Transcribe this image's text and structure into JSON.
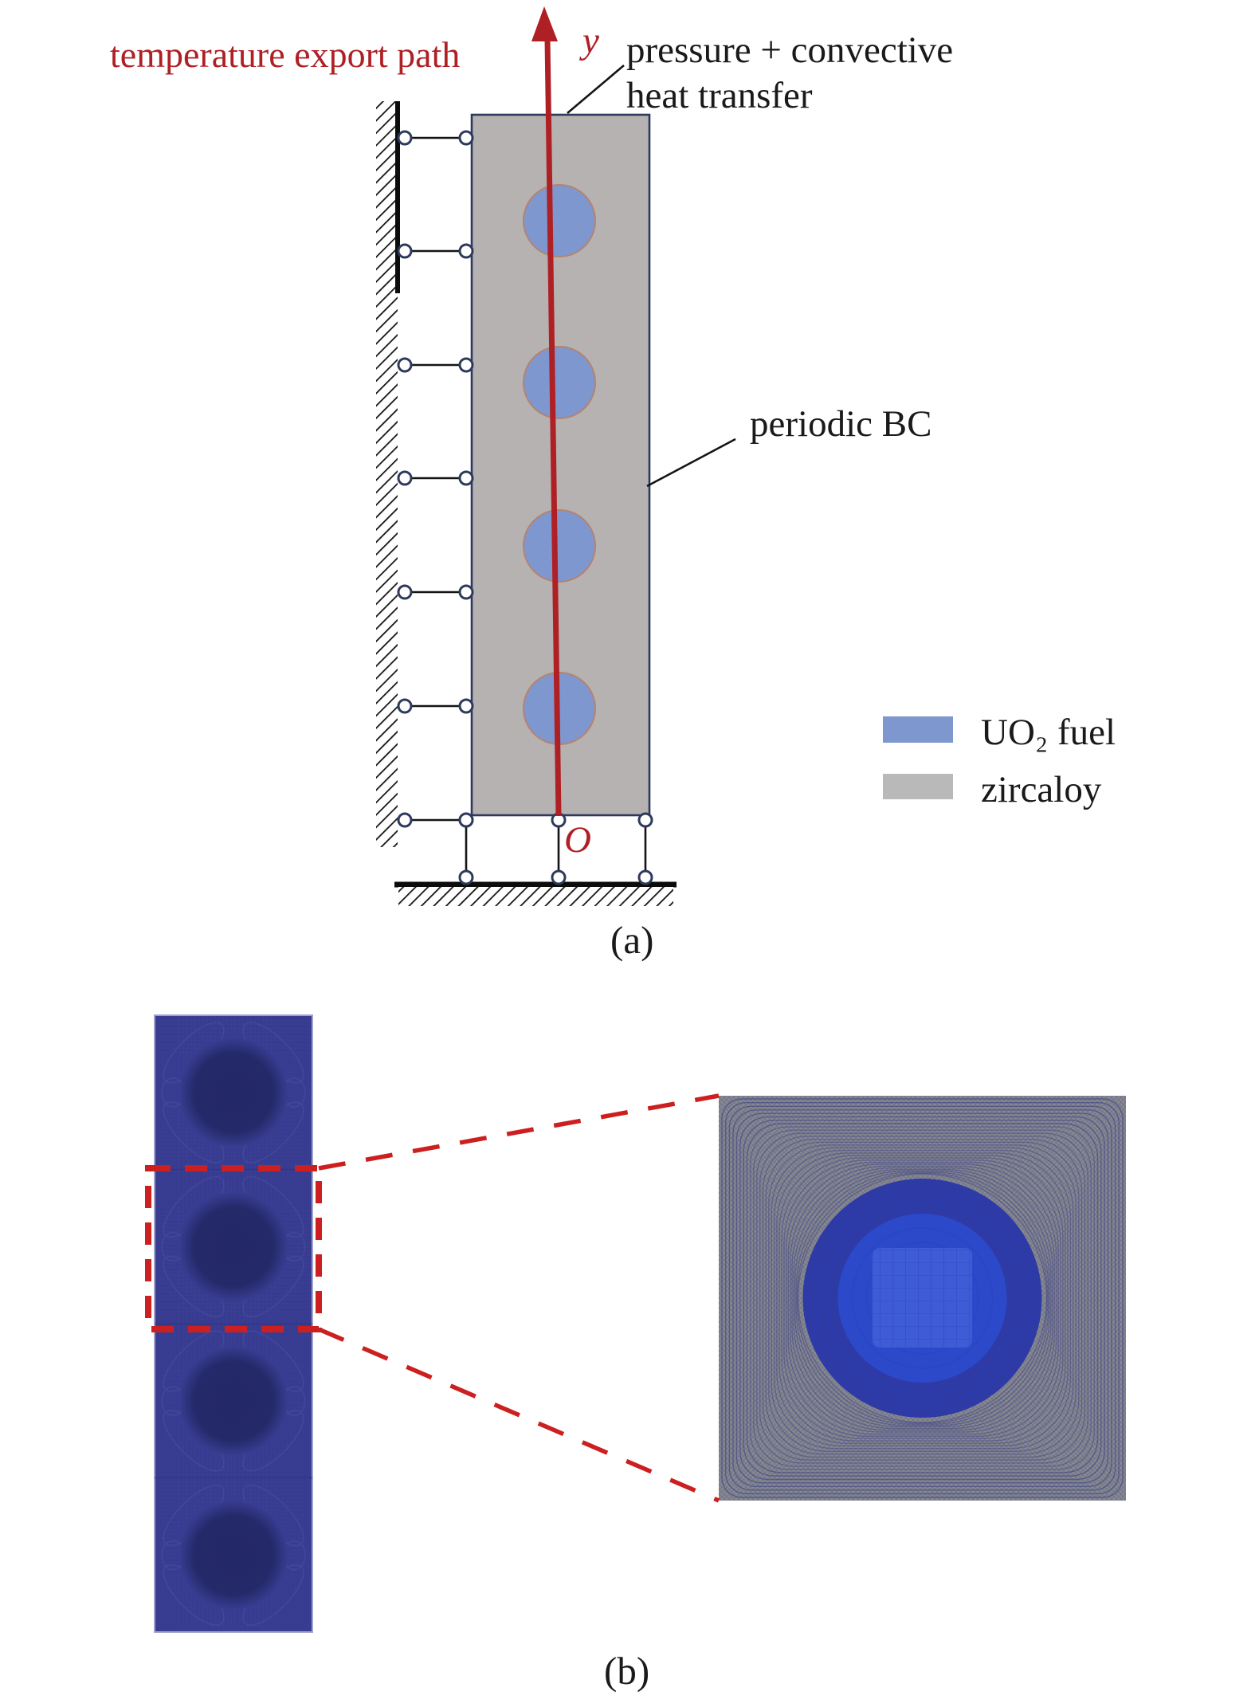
{
  "figure": {
    "part_a": {
      "caption": "(a)",
      "path_label": "temperature export path",
      "axis_label": "y",
      "origin_label": "O",
      "top_bc_label_line1": "pressure + convective",
      "top_bc_label_line2": "heat transfer",
      "side_bc_label": "periodic BC",
      "legend": {
        "items": [
          {
            "label": "UO₂ fuel",
            "color": "#7E97CF"
          },
          {
            "label": "zircaloy",
            "color": "#B9B9B9"
          }
        ]
      }
    },
    "part_b": {
      "caption": "(b)"
    },
    "colors": {
      "path_red": "#AF2025",
      "dashed_red": "#CC2020",
      "fuel_blue": "#7E97CF",
      "fuel_rim": "#B5836F",
      "cladding_gray": "#B5B2B1",
      "outline_navy": "#2E3A5C",
      "mesh_base": "#383C90",
      "mesh_dark_circle": "#262B6E",
      "mesh_detail_bg": "#87898E",
      "mesh_line": "#3A3F85",
      "pellet_blue": "#2B49C9",
      "pellet_rim": "#2E3AA6",
      "pellet_core": "#3E5CD6"
    }
  }
}
